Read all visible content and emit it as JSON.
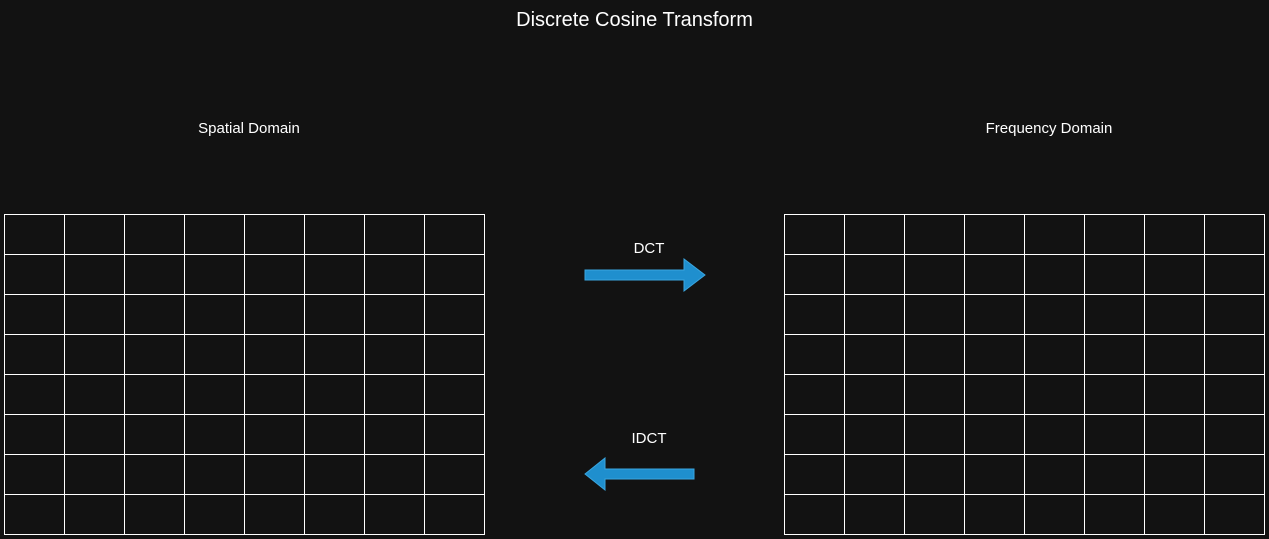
{
  "title": "Discrete Cosine Transform",
  "spatial": {
    "label": "Spatial Domain",
    "rows": 8,
    "cols": 8
  },
  "frequency": {
    "label": "Frequency Domain",
    "rows": 8,
    "cols": 8
  },
  "forward": {
    "label": "DCT",
    "direction": "right"
  },
  "inverse": {
    "label": "IDCT",
    "direction": "left"
  },
  "colors": {
    "background": "#121212",
    "grid_line": "#ffffff",
    "text": "#ffffff",
    "arrow_fill": "#1f8fce",
    "arrow_stroke": "#3aa6e0"
  }
}
